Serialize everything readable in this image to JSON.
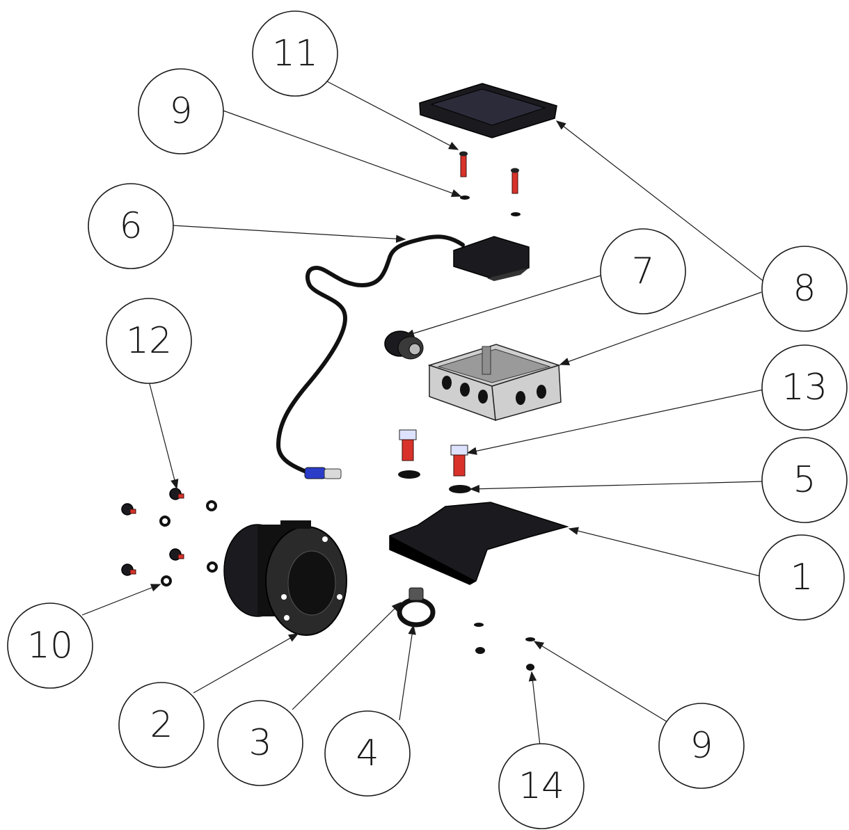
{
  "diagram": {
    "type": "exploded-assembly",
    "balloons": [
      {
        "id": "b11",
        "label": "11"
      },
      {
        "id": "b9a",
        "label": "9"
      },
      {
        "id": "b6",
        "label": "6"
      },
      {
        "id": "b7",
        "label": "7"
      },
      {
        "id": "b8",
        "label": "8"
      },
      {
        "id": "b12",
        "label": "12"
      },
      {
        "id": "b13",
        "label": "13"
      },
      {
        "id": "b5",
        "label": "5"
      },
      {
        "id": "b1",
        "label": "1"
      },
      {
        "id": "b10",
        "label": "10"
      },
      {
        "id": "b2",
        "label": "2"
      },
      {
        "id": "b3",
        "label": "3"
      },
      {
        "id": "b4",
        "label": "4"
      },
      {
        "id": "b14",
        "label": "14"
      },
      {
        "id": "b9b",
        "label": "9"
      }
    ],
    "colors": {
      "line": "#1a1a1a",
      "part_dark": "#1b1b1f",
      "part_grey": "#cfcfcf",
      "bolt_red": "#d8322a"
    }
  }
}
